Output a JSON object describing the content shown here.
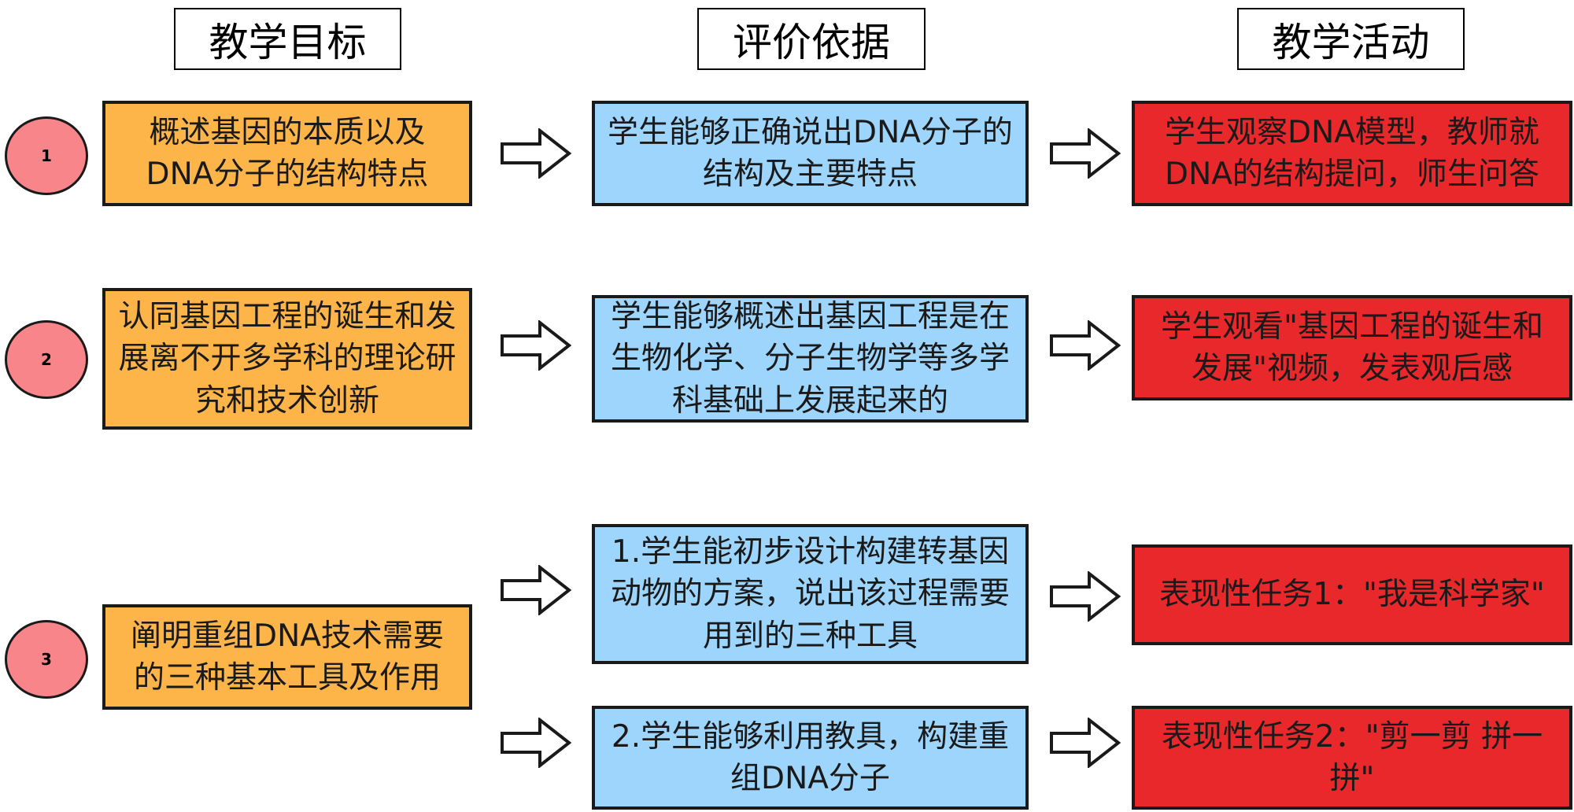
{
  "headers": {
    "goals": "教学目标",
    "evaluation": "评价依据",
    "activities": "教学活动"
  },
  "rows": [
    {
      "number": "1",
      "goal": "概述基因的本质以及DNA分子的结构特点",
      "evaluation": "学生能够正确说出DNA分子的结构及主要特点",
      "activity": "学生观察DNA模型，教师就DNA的结构提问，师生问答"
    },
    {
      "number": "2",
      "goal": "认同基因工程的诞生和发展离不开多学科的理论研究和技术创新",
      "evaluation": "学生能够概述出基因工程是在生物化学、分子生物学等多学科基础上发展起来的",
      "activity": "学生观看\"基因工程的诞生和发展\"视频，发表观后感"
    },
    {
      "number": "3",
      "goal": "阐明重组DNA技术需要的三种基本工具及作用",
      "evaluation_a": "1.学生能初步设计构建转基因动物的方案，说出该过程需要用到的三种工具",
      "activity_a": "表现性任务1：\"我是科学家\"",
      "evaluation_b": "2.学生能够利用教具，构建重组DNA分子",
      "activity_b": "表现性任务2：\"剪一剪 拼一拼\""
    }
  ],
  "colors": {
    "goal_fill": "#FDB54A",
    "evaluation_fill": "#9ED5FC",
    "activity_fill": "#E8282B",
    "badge_fill": "#F8858A"
  }
}
